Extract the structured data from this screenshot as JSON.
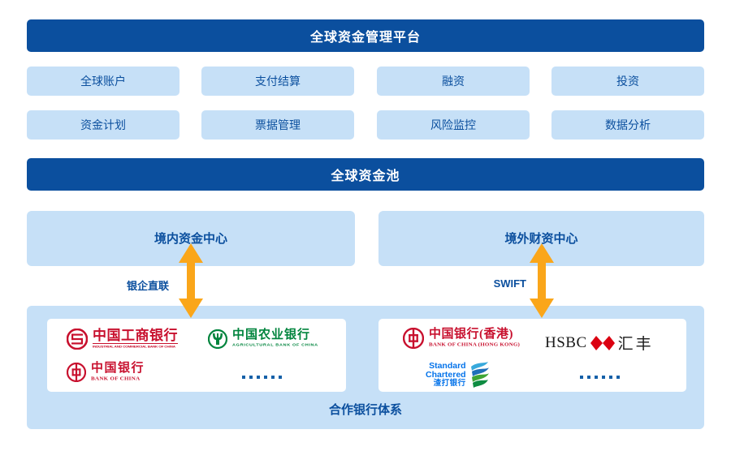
{
  "platform": {
    "title": "全球资金管理平台",
    "bar_color": "#0B4F9E"
  },
  "modules": {
    "row1": [
      {
        "label": "全球账户"
      },
      {
        "label": "支付结算"
      },
      {
        "label": "融资"
      },
      {
        "label": "投资"
      }
    ],
    "row2": [
      {
        "label": "资金计划"
      },
      {
        "label": "票据管理"
      },
      {
        "label": "风险监控"
      },
      {
        "label": "数据分析"
      }
    ],
    "bg_color": "#C6E0F7",
    "text_color": "#0B4F9E"
  },
  "pool": {
    "title": "全球资金池"
  },
  "centers": {
    "domestic": {
      "label": "境内资金中心"
    },
    "offshore": {
      "label": "境外财资中心"
    }
  },
  "connections": {
    "domestic": {
      "label": "银企直联",
      "arrow": "double-arrow-vertical",
      "color": "#FAA61A"
    },
    "offshore": {
      "label": "SWIFT",
      "arrow": "double-arrow-vertical",
      "color": "#FAA61A"
    }
  },
  "partners": {
    "system_label": "合作银行体系",
    "domestic_banks": [
      {
        "cn": "中国工商银行",
        "en": "INDUSTRIAL AND COMMERCIAL BANK OF CHINA",
        "mark": "icbc-logo-icon",
        "color": "#C8102E"
      },
      {
        "cn": "中国农业银行",
        "en": "AGRICULTURAL BANK OF CHINA",
        "mark": "abc-logo-icon",
        "color": "#00843D"
      },
      {
        "cn": "中国银行",
        "en": "BANK OF CHINA",
        "mark": "boc-logo-icon",
        "color": "#C8102E"
      }
    ],
    "domestic_more": "••••••",
    "offshore_banks": [
      {
        "cn": "中国银行(香港)",
        "en": "BANK OF CHINA (HONG KONG)",
        "mark": "bochk-logo-icon",
        "color": "#C8102E"
      },
      {
        "cn": "汇丰",
        "en": "HSBC",
        "mark": "hsbc-logo-icon",
        "color": "#DB0011"
      },
      {
        "cn": "渣打银行",
        "en": "Standard Chartered",
        "mark": "standard-chartered-logo-icon",
        "color": "#0473EA"
      }
    ],
    "offshore_more": "••••••"
  }
}
